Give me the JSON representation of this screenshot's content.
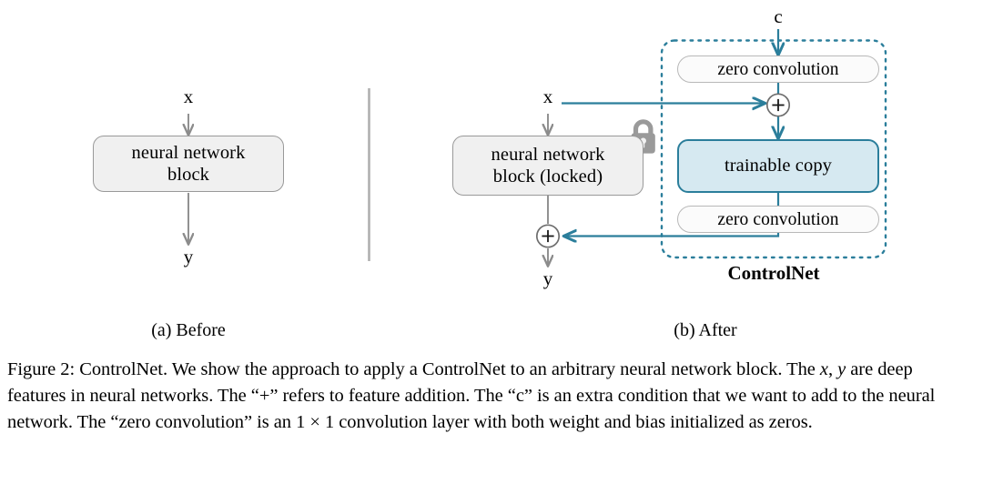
{
  "figure": {
    "label": "Figure 2",
    "title": "ControlNet",
    "panel_a": {
      "subcaption": "(a) Before",
      "input_label": "x",
      "output_label": "y",
      "block_line1": "neural network",
      "block_line2": "block"
    },
    "panel_b": {
      "subcaption": "(b) After",
      "input_label": "x",
      "output_label": "y",
      "condition_label": "c",
      "block_line1": "neural network",
      "block_line2": "block (locked)",
      "lock_icon": "lock-icon",
      "zero_conv_top": "zero convolution",
      "zero_conv_bottom": "zero convolution",
      "trainable_copy": "trainable copy",
      "group_label": "ControlNet",
      "plus_top": "+",
      "plus_bottom": "+"
    },
    "caption": {
      "prefix": "Figure 2: ControlNet.",
      "s1": " We show the approach to apply a ControlNet to an arbitrary neural network block. The ",
      "v1": "x",
      "s2": ", ",
      "v2": "y",
      "s3": " are deep features in neural networks. The “+” refers to feature addition. The “c” is an extra condition that we want to add to the neural network. The “zero convolution” is an ",
      "v3": "1 × 1",
      "s4": " convolution layer with both weight and bias initialized as zeros."
    },
    "colors": {
      "teal": "#2b7e9b",
      "gray_stroke": "#8c8c8c",
      "block_fill": "#f0f0f0",
      "trainable_fill": "#d6e9f1",
      "lock_gray": "#9a9a9a",
      "divider": "#b0b0b0"
    }
  }
}
